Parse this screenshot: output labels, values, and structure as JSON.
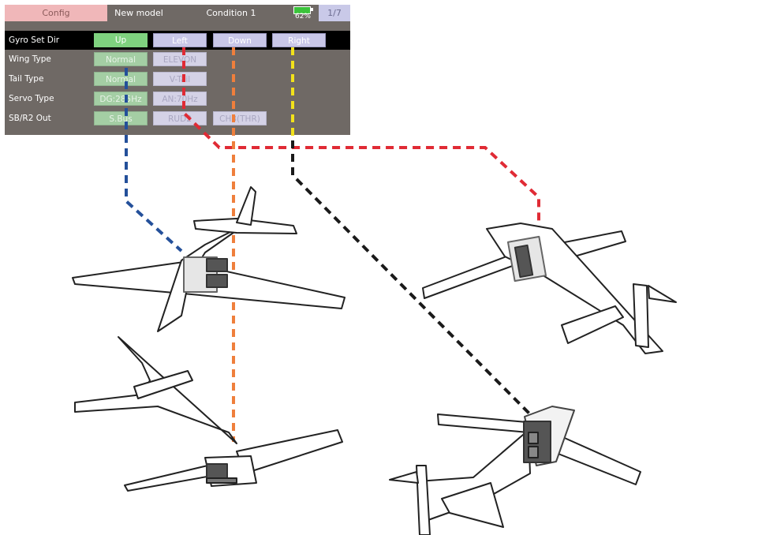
{
  "header": {
    "tab_config": "Config",
    "model_name": "New model",
    "condition": "Condition 1",
    "battery_percent": "62%",
    "page_indicator": "1/7"
  },
  "rows": [
    {
      "label": "Gyro Set Dir",
      "values": [
        "Up",
        "Left",
        "Down",
        "Right"
      ]
    },
    {
      "label": "Wing Type",
      "values": [
        "Normal",
        "ELEVON"
      ]
    },
    {
      "label": "Tail Type",
      "values": [
        "Normal",
        "V-Tail"
      ]
    },
    {
      "label": "Servo Type",
      "values": [
        "DG:285Hz",
        "AN:70Hz"
      ]
    },
    {
      "label": "SB/R2 Out",
      "values": [
        "S.Bus",
        "RUD2",
        "CH3(THR)"
      ]
    }
  ],
  "colors": {
    "up_line": "#24509a",
    "left_line": "#e02b35",
    "down_line": "#ef7f3c",
    "right_line_top": "#f2e21b",
    "right_line_bottom": "#1a1a1a"
  }
}
